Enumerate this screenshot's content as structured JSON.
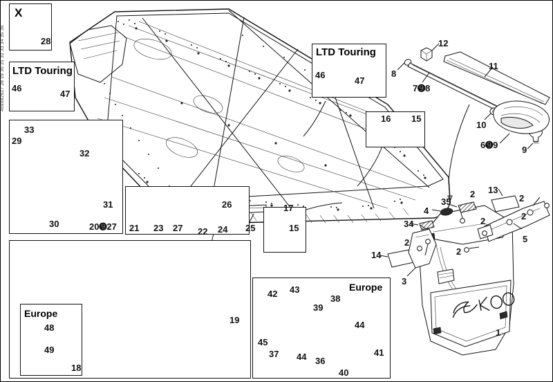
{
  "sheet": {
    "edge_code": "469082627 28 29 30 31 32 33 34 35 36"
  },
  "callout_boxes": [
    {
      "id": "box-x",
      "title": "X",
      "parts": [
        "28"
      ]
    },
    {
      "id": "box-ltd-left",
      "title": "LTD Touring",
      "parts": [
        "46",
        "47"
      ]
    },
    {
      "id": "box-ltd-right",
      "title": "LTD Touring",
      "parts": [
        "46",
        "47"
      ]
    },
    {
      "id": "box-europe-left",
      "title": "Europe",
      "parts": [
        "48",
        "49"
      ]
    },
    {
      "id": "box-europe-bottom",
      "title": "Europe",
      "parts": [
        "42",
        "43",
        "38",
        "39",
        "44",
        "45",
        "37",
        "36",
        "41",
        "40"
      ]
    },
    {
      "id": "box-clips",
      "title": "",
      "parts": [
        "16",
        "15"
      ]
    },
    {
      "id": "box-clips2",
      "title": "",
      "parts": [
        "17",
        "15"
      ]
    },
    {
      "id": "box-shrouds",
      "title": "",
      "parts": [
        "33",
        "29",
        "32",
        "31",
        "30",
        "20➒27"
      ]
    },
    {
      "id": "box-tools",
      "title": "",
      "parts": [
        "21",
        "23",
        "27",
        "22",
        "24",
        "25",
        "26"
      ]
    },
    {
      "id": "box-vehicle",
      "title": "",
      "parts": [
        "19",
        "18"
      ]
    }
  ],
  "labels": {
    "x_title": "X",
    "ltd_touring": "LTD Touring",
    "europe": "Europe",
    "p1": "1",
    "p2": "2",
    "p3": "3",
    "p4": "4",
    "p5": "5",
    "p6_9": "6➒9",
    "p7_8": "7➒8",
    "p8": "8",
    "p9": "9",
    "p10": "10",
    "p11": "11",
    "p12": "12",
    "p13": "13",
    "p14": "14",
    "p15": "15",
    "p16": "16",
    "p17": "17",
    "p18": "18",
    "p19": "19",
    "p20_27": "20➒27",
    "p21": "21",
    "p22": "22",
    "p23": "23",
    "p24": "24",
    "p25": "25",
    "p26": "26",
    "p27": "27",
    "p28": "28",
    "p29": "29",
    "p30": "30",
    "p31": "31",
    "p32": "32",
    "p33": "33",
    "p34": "34",
    "p35": "35",
    "p36": "36",
    "p37": "37",
    "p38": "38",
    "p39": "39",
    "p40": "40",
    "p41": "41",
    "p42": "42",
    "p43": "43",
    "p44": "44",
    "p44b": "44",
    "p45": "45",
    "p46": "46",
    "p46b": "46",
    "p47": "47",
    "p47b": "47",
    "p48": "48",
    "p49": "49",
    "p2b": "2",
    "p2c": "2",
    "p2d": "2",
    "p2e": "2",
    "p2f": "2",
    "p2g": "2",
    "brand": "Ski-doo"
  },
  "colors": {
    "ink": "#111111",
    "paper": "#ffffff",
    "shade_light": "#e9e9e9",
    "shade_mid": "#bdbdbd",
    "shade_dark": "#2a2a2a"
  }
}
